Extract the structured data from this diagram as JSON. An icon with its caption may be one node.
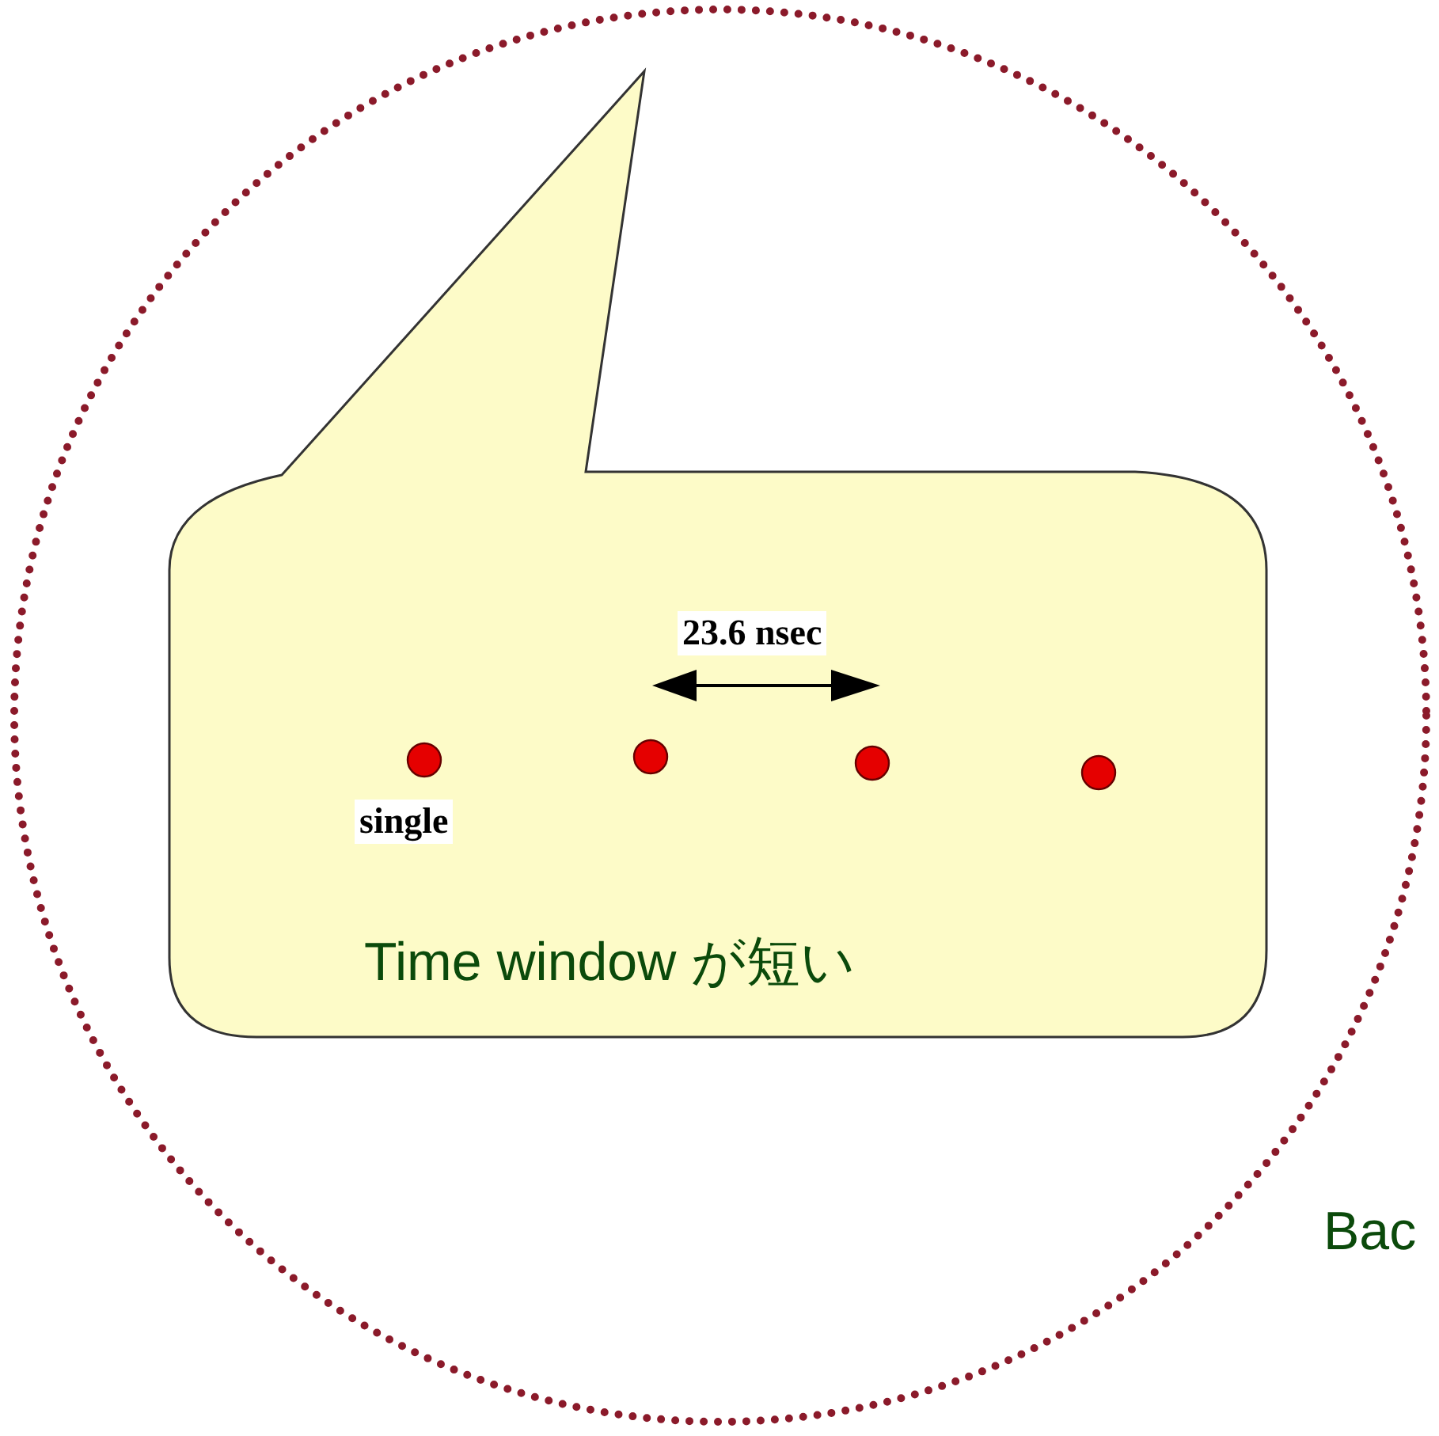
{
  "diagram": {
    "nodes": [
      {
        "text": [],
        "shape": "circle"
      },
      {
        "text": [
          "Time window が短い"
        ],
        "in": 0
      },
      {
        "text": [],
        "shape": "circle",
        "in": 1,
        "beside": [
          "single"
        ]
      },
      {
        "text": [],
        "shape": "circle",
        "in": 1
      },
      {
        "text": [],
        "shape": "circle",
        "in": 1
      },
      {
        "text": [],
        "shape": "circle",
        "in": 1
      }
    ],
    "labels": [
      "23.6 nsec",
      "Bac"
    ]
  }
}
